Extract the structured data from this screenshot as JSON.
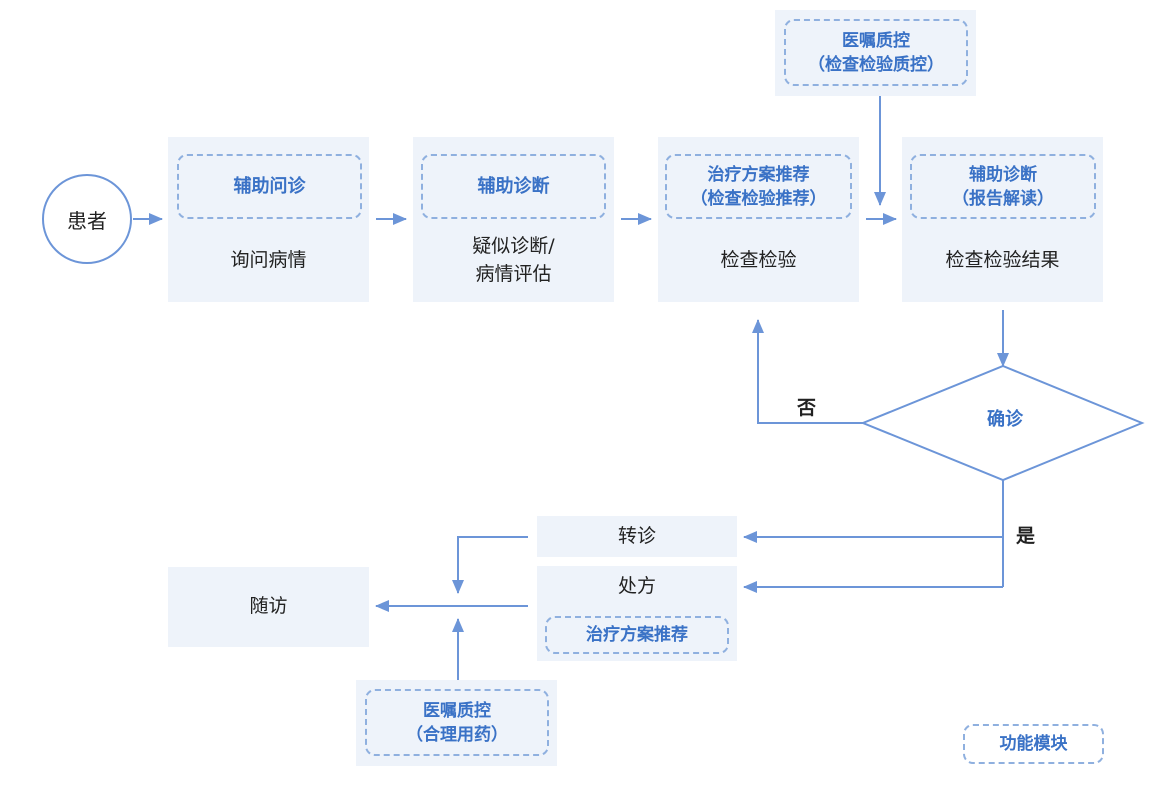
{
  "nodes": {
    "patient": "患者",
    "inquiry": {
      "module": "辅助问诊",
      "label": "询问病情"
    },
    "diagnosis": {
      "module": "辅助诊断",
      "label_line1": "疑似诊断/",
      "label_line2": "病情评估"
    },
    "exam": {
      "module_line1": "治疗方案推荐",
      "module_line2": "（检查检验推荐）",
      "label": "检查检验"
    },
    "exam_qc": {
      "line1": "医嘱质控",
      "line2": "（检查检验质控）"
    },
    "exam_result": {
      "module_line1": "辅助诊断",
      "module_line2": "（报告解读）",
      "label": "检查检验结果"
    },
    "confirm": "确诊",
    "transfer": "转诊",
    "prescription": {
      "label": "处方",
      "module": "治疗方案推荐"
    },
    "followup": "随访",
    "med_qc": {
      "line1": "医嘱质控",
      "line2": "（合理用药）"
    }
  },
  "edge_labels": {
    "no": "否",
    "yes": "是"
  },
  "legend": {
    "label": "功能模块"
  },
  "colors": {
    "box_fill": "#eef3fa",
    "dash_border": "#8fb0df",
    "module_text": "#3a72c6",
    "arrow": "#6c95d8"
  }
}
